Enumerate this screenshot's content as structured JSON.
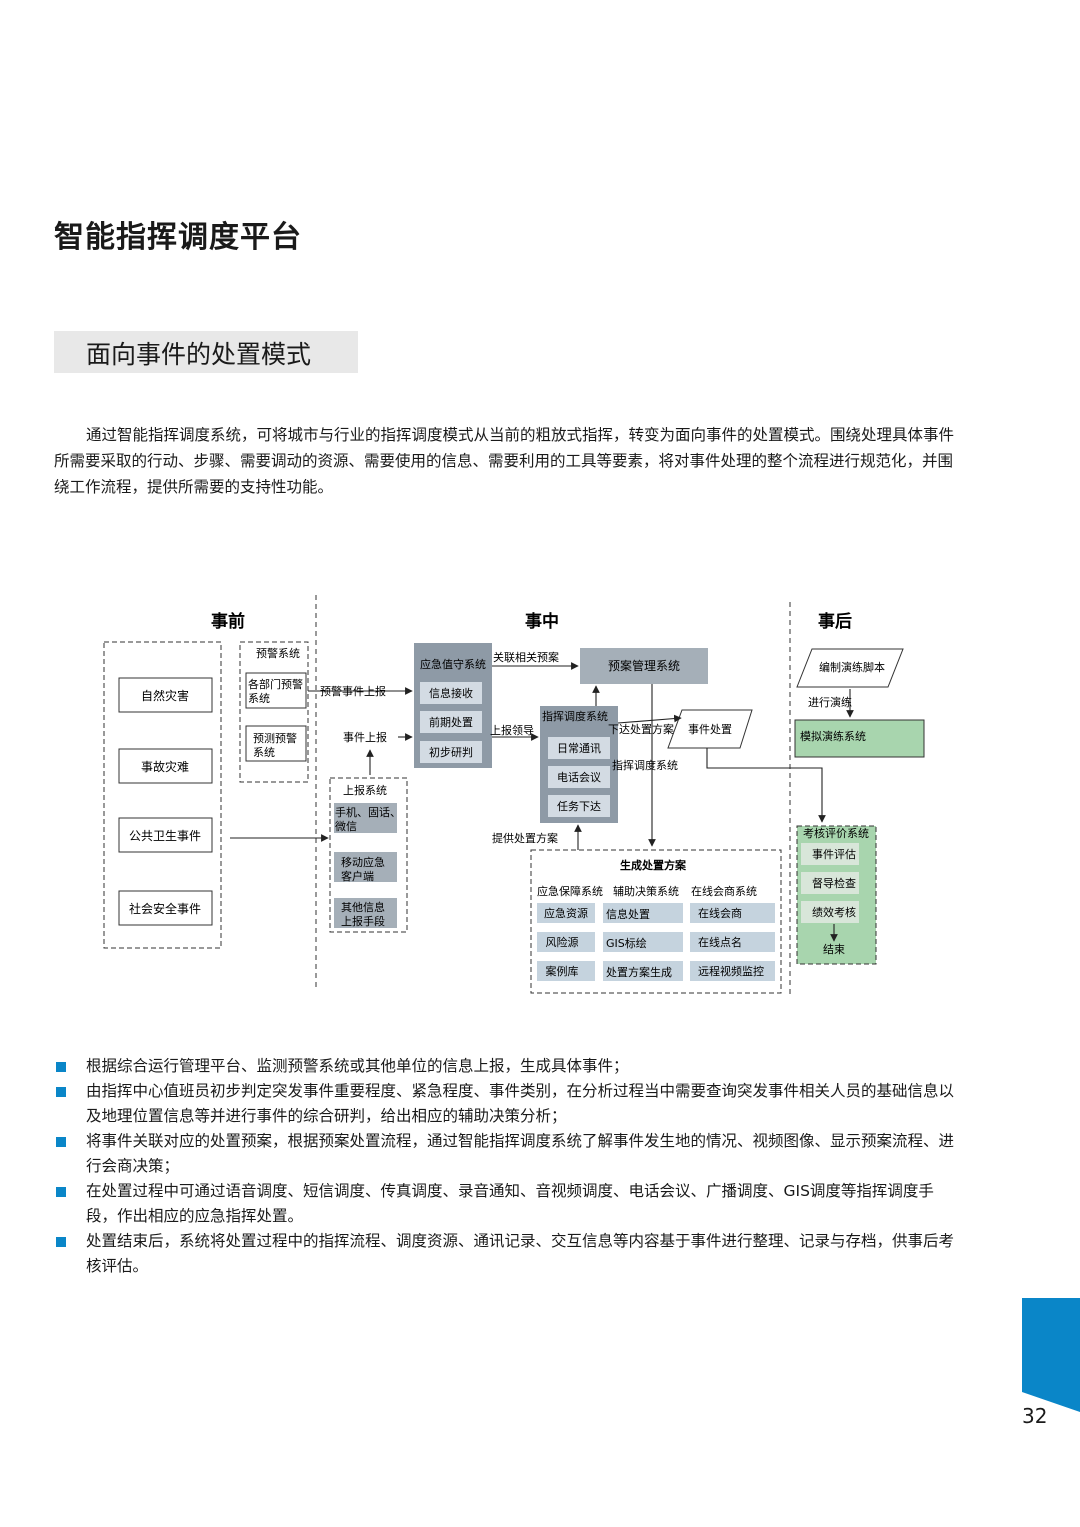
{
  "page": {
    "title": "智能指挥调度平台",
    "subtitle": "面向事件的处置模式",
    "intro": "通过智能指挥调度系统，可将城市与行业的指挥调度模式从当前的粗放式指挥，转变为面向事件的处置模式。围绕处理具体事件所需要采取的行动、步骤、需要调动的资源、需要使用的信息、需要利用的工具等要素，将对事件处理的整个流程进行规范化，并围绕工作流程，提供所需要的支持性功能。",
    "page_number": "32",
    "accent_color": "#0a86c8"
  },
  "diagram": {
    "phases": [
      "事前",
      "事中",
      "事后"
    ],
    "event_types": [
      "自然灾害",
      "事故灾难",
      "公共卫生事件",
      "社会安全事件"
    ],
    "warning_system": {
      "title": "预警系统",
      "items": [
        "各部门预警系统",
        "预测预警系统"
      ]
    },
    "report_system": {
      "title": "上报系统",
      "items": [
        "手机、固话、微信",
        "移动应急客户端",
        "其他信息上报手段"
      ]
    },
    "duty_system": {
      "title": "应急值守系统",
      "items": [
        "信息接收",
        "前期处置",
        "初步研判"
      ]
    },
    "plan_mgmt": "预案管理系统",
    "command_system": {
      "title": "指挥调度系统",
      "items": [
        "日常通讯",
        "电话会议",
        "任务下达"
      ]
    },
    "event_handling": "事件处置",
    "solution": {
      "title": "生成处置方案",
      "columns": [
        {
          "title": "应急保障系统",
          "items": [
            "应急资源",
            "风险源",
            "案例库"
          ]
        },
        {
          "title": "辅助决策系统",
          "items": [
            "信息处置",
            "GIS标绘",
            "处置方案生成"
          ]
        },
        {
          "title": "在线会商系统",
          "items": [
            "在线会商",
            "在线点名",
            "远程视频监控"
          ]
        }
      ]
    },
    "drill_script": "编制演练脚本",
    "drill_system": "模拟演练系统",
    "evaluation": {
      "title": "考核评价系统",
      "items": [
        "事件评估",
        "督导检查",
        "绩效考核",
        "结束"
      ]
    },
    "arrow_labels": {
      "warning_report": "预警事件上报",
      "event_report": "事件上报",
      "link_plan": "关联相关预案",
      "report_leader": "上报领导",
      "issue_plan": "下达处置方案",
      "command_dispatch": "指挥调度系统",
      "provide_plan": "提供处置方案",
      "do_drill": "进行演练"
    }
  },
  "bullets": [
    "根据综合运行管理平台、监测预警系统或其他单位的信息上报，生成具体事件；",
    "由指挥中心值班员初步判定突发事件重要程度、紧急程度、事件类别，在分析过程当中需要查询突发事件相关人员的基础信息以及地理位置信息等并进行事件的综合研判，给出相应的辅助决策分析；",
    "将事件关联对应的处置预案，根据预案处置流程，通过智能指挥调度系统了解事件发生地的情况、视频图像、显示预案流程、进行会商决策；",
    "在处置过程中可通过语音调度、短信调度、传真调度、录音通知、音视频调度、电话会议、广播调度、GIS调度等指挥调度手段，作出相应的应急指挥处置。",
    "处置结束后，系统将处置过程中的指挥流程、调度资源、通讯记录、交互信息等内容基于事件进行整理、记录与存档，供事后考核评估。"
  ]
}
